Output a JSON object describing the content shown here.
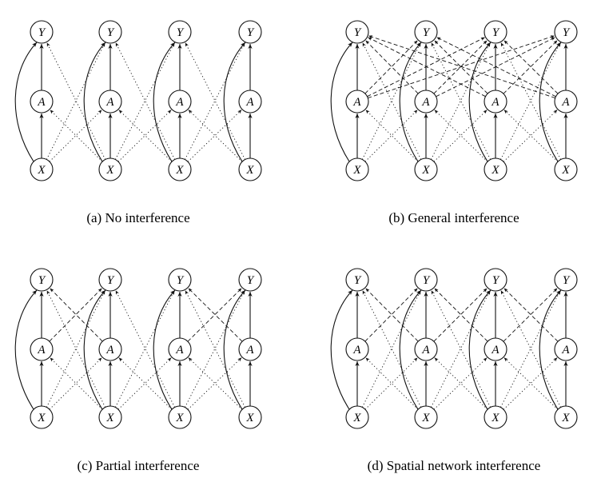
{
  "figure": {
    "node_labels": {
      "Y": "Y",
      "A": "A",
      "X": "X"
    },
    "panels": [
      {
        "id": "a",
        "caption": "(a)  No interference",
        "dashed_edges": []
      },
      {
        "id": "b",
        "caption": "(b)  General interference",
        "dashed_edges": [
          [
            0,
            1
          ],
          [
            0,
            2
          ],
          [
            0,
            3
          ],
          [
            1,
            0
          ],
          [
            1,
            2
          ],
          [
            1,
            3
          ],
          [
            2,
            0
          ],
          [
            2,
            1
          ],
          [
            2,
            3
          ],
          [
            3,
            0
          ],
          [
            3,
            1
          ],
          [
            3,
            2
          ]
        ]
      },
      {
        "id": "c",
        "caption": "(c)  Partial interference",
        "dashed_edges": [
          [
            0,
            1
          ],
          [
            1,
            0
          ],
          [
            2,
            3
          ],
          [
            3,
            2
          ]
        ]
      },
      {
        "id": "d",
        "caption": "(d)  Spatial network interference",
        "dashed_edges": [
          [
            0,
            1
          ],
          [
            1,
            0
          ],
          [
            1,
            2
          ],
          [
            2,
            1
          ],
          [
            2,
            3
          ],
          [
            3,
            2
          ]
        ]
      }
    ]
  }
}
